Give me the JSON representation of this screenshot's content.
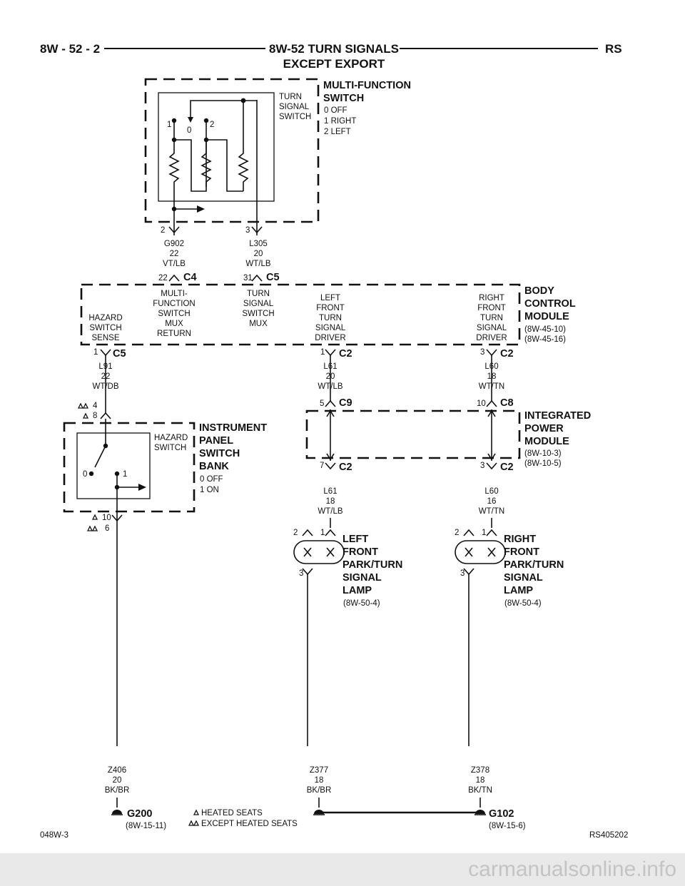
{
  "header": {
    "page_ref": "8W - 52 - 2",
    "title": "8W-52 TURN SIGNALS",
    "subtitle": "EXCEPT EXPORT",
    "model": "RS"
  },
  "mfs": {
    "name_lines": [
      "MULTI-FUNCTION",
      "SWITCH"
    ],
    "positions": [
      "0 OFF",
      "1 RIGHT",
      "2 LEFT"
    ],
    "switch_label": [
      "TURN",
      "SIGNAL",
      "SWITCH"
    ],
    "pos_1": "1",
    "pos_0": "0",
    "pos_2": "2",
    "pin_a": "2",
    "pin_b": "3"
  },
  "wires": {
    "g902": [
      "G902",
      "22",
      "VT/LB"
    ],
    "l305": [
      "L305",
      "20",
      "WT/LB"
    ],
    "l91": [
      "L91",
      "22",
      "WT/DB"
    ],
    "l61_20": [
      "L61",
      "20",
      "WT/LB"
    ],
    "l60_18": [
      "L60",
      "18",
      "WT/TN"
    ],
    "l61_18": [
      "L61",
      "18",
      "WT/LB"
    ],
    "l60_16": [
      "L60",
      "16",
      "WT/TN"
    ],
    "z406": [
      "Z406",
      "20",
      "BK/BR"
    ],
    "z377": [
      "Z377",
      "18",
      "BK/BR"
    ],
    "z378": [
      "Z378",
      "18",
      "BK/TN"
    ]
  },
  "bcm": {
    "name_lines": [
      "BODY",
      "CONTROL",
      "MODULE"
    ],
    "refs": [
      "(8W-45-10)",
      "(8W-45-16)"
    ],
    "c4_pin": "22",
    "c4": "C4",
    "c5_pin": "31",
    "c5": "C5",
    "mf_label": [
      "MULTI-",
      "FUNCTION",
      "SWITCH",
      "MUX",
      "RETURN"
    ],
    "ts_label": [
      "TURN",
      "SIGNAL",
      "SWITCH",
      "MUX"
    ],
    "hz_label": [
      "HAZARD",
      "SWITCH",
      "SENSE"
    ],
    "lf_label": [
      "LEFT",
      "FRONT",
      "TURN",
      "SIGNAL",
      "DRIVER"
    ],
    "rf_label": [
      "RIGHT",
      "FRONT",
      "TURN",
      "SIGNAL",
      "DRIVER"
    ],
    "bot_c5_pin": "1",
    "bot_c5": "C5",
    "bot_c2a_pin": "1",
    "bot_c2a": "C2",
    "bot_c2b_pin": "3",
    "bot_c2b": "C2"
  },
  "ipsb": {
    "name_lines": [
      "INSTRUMENT",
      "PANEL",
      "SWITCH",
      "BANK"
    ],
    "positions": [
      "0 OFF",
      "1 ON"
    ],
    "switch_label": [
      "HAZARD",
      "SWITCH"
    ],
    "pos_0": "0",
    "pos_1": "1",
    "top_pin_hs": "4",
    "top_pin_ehs": "8",
    "bot_pin_hs": "10",
    "bot_pin_ehs": "6"
  },
  "ipm": {
    "name_lines": [
      "INTEGRATED",
      "POWER",
      "MODULE"
    ],
    "refs": [
      "(8W-10-3)",
      "(8W-10-5)"
    ],
    "c9_pin": "5",
    "c9": "C9",
    "c8_pin": "10",
    "c8": "C8",
    "c2a_pin": "7",
    "c2a": "C2",
    "c2b_pin": "3",
    "c2b": "C2"
  },
  "lf_lamp": {
    "name_lines": [
      "LEFT",
      "FRONT",
      "PARK/TURN",
      "SIGNAL",
      "LAMP"
    ],
    "ref": "(8W-50-4)",
    "pin_2": "2",
    "pin_1": "1",
    "pin_3": "3"
  },
  "rf_lamp": {
    "name_lines": [
      "RIGHT",
      "FRONT",
      "PARK/TURN",
      "SIGNAL",
      "LAMP"
    ],
    "ref": "(8W-50-4)",
    "pin_2": "2",
    "pin_1": "1",
    "pin_3": "3"
  },
  "grounds": {
    "g200": "G200",
    "g200_ref": "(8W-15-11)",
    "g102": "G102",
    "g102_ref": "(8W-15-6)"
  },
  "legend": {
    "heated": "HEATED SEATS",
    "except_heated": "EXCEPT HEATED SEATS"
  },
  "footer": {
    "left_code": "048W-3",
    "right_code": "RS405202"
  },
  "watermark": "carmanualsonline.info"
}
